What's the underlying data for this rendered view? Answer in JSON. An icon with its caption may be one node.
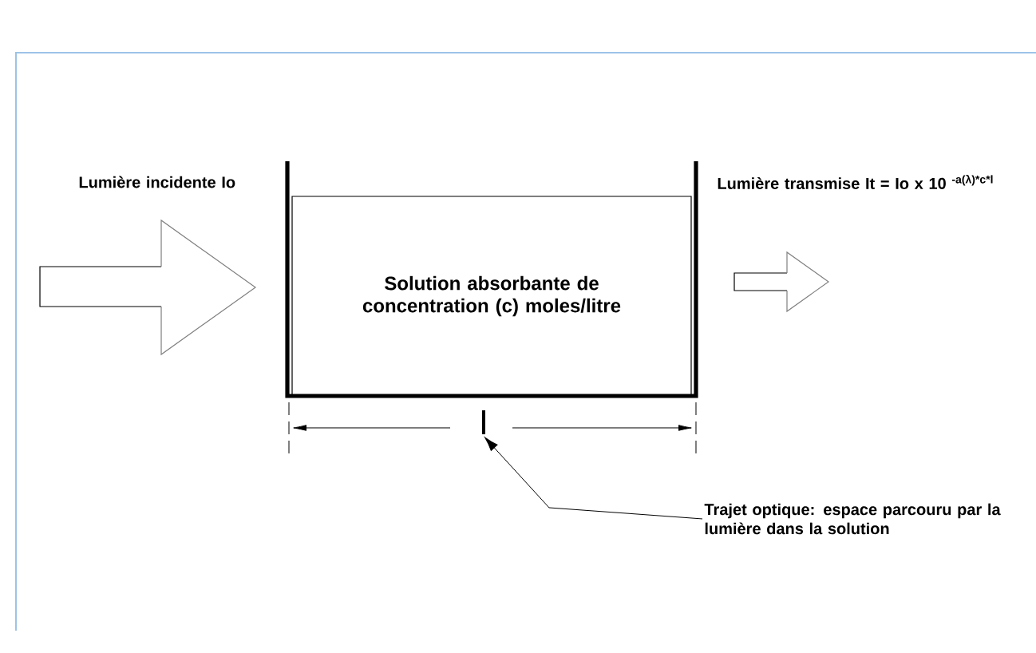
{
  "diagram": {
    "nodes": [
      {
        "text": [
          "Solution absorbante de concentration (c) moles/litre"
        ]
      },
      {
        "text": [
          "Trajet optique: espace parcouru par la lumière dans la solution"
        ]
      },
      {
        "text": [],
        "shape": "bar"
      }
    ],
    "edges": [
      {
        "from": 1,
        "to": 2,
        "arrow": "to"
      }
    ],
    "labels": [
      "Lumière incidente Io",
      "Lumière transmise It = Io x 10 $^{-a(λ)*c*l}$"
    ]
  }
}
